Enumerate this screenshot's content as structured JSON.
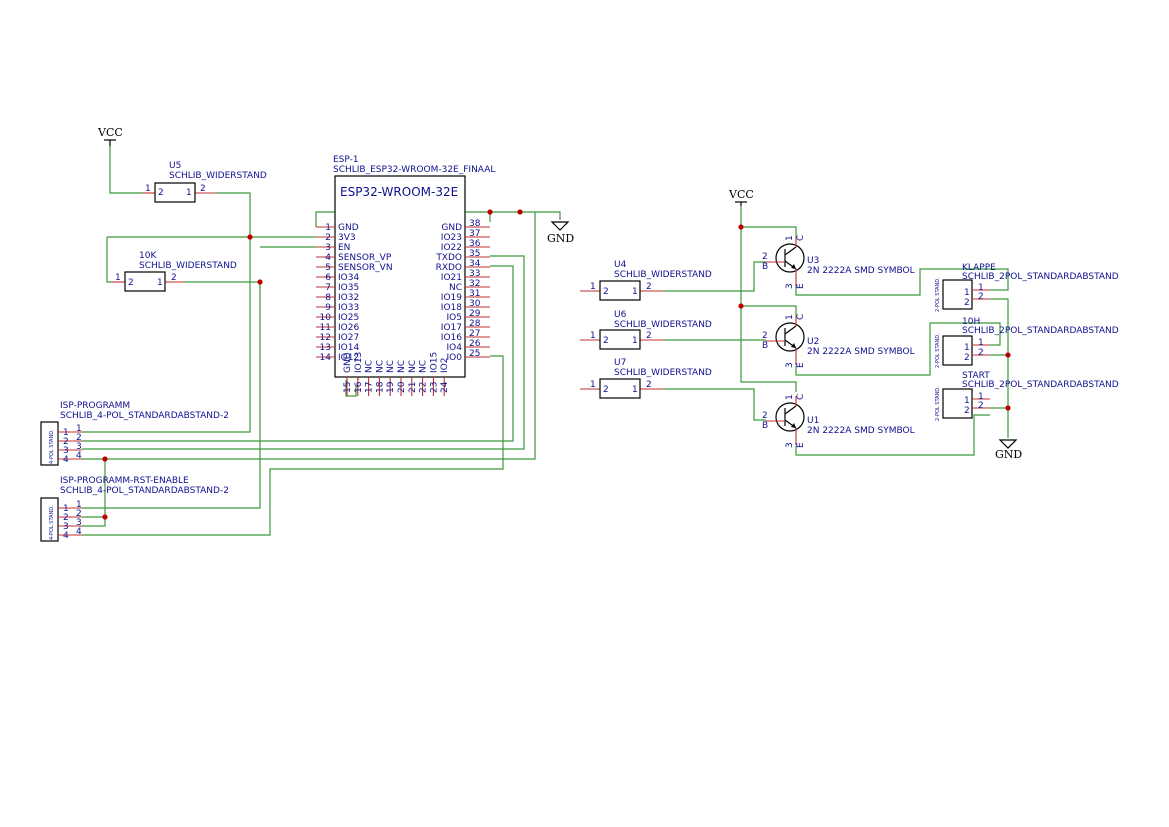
{
  "power": {
    "vcc_left": "VCC",
    "vcc_right": "VCC",
    "gnd_esp": "GND",
    "gnd_right": "GND"
  },
  "u5": {
    "ref": "U5",
    "value": "SCHLIB_WIDERSTAND",
    "pin_left": "1",
    "pin_left_in": "2",
    "pin_right_in": "1",
    "pin_right": "2"
  },
  "r10k": {
    "ref": "10K",
    "value": "SCHLIB_WIDERSTAND",
    "pin_left": "1",
    "pin_left_in": "2",
    "pin_right_in": "1",
    "pin_right": "2"
  },
  "u4": {
    "ref": "U4",
    "value": "SCHLIB_WIDERSTAND",
    "pin_left": "1",
    "pin_left_in": "2",
    "pin_right_in": "1",
    "pin_right": "2"
  },
  "u6": {
    "ref": "U6",
    "value": "SCHLIB_WIDERSTAND",
    "pin_left": "1",
    "pin_left_in": "2",
    "pin_right_in": "1",
    "pin_right": "2"
  },
  "u7": {
    "ref": "U7",
    "value": "SCHLIB_WIDERSTAND",
    "pin_left": "1",
    "pin_left_in": "2",
    "pin_right_in": "1",
    "pin_right": "2"
  },
  "esp": {
    "ref": "ESP-1",
    "value": "SCHLIB_ESP32-WROOM-32E_FINAAL",
    "title": "ESP32-WROOM-32E",
    "left_pins": [
      {
        "num": "1",
        "name": "GND"
      },
      {
        "num": "2",
        "name": "3V3"
      },
      {
        "num": "3",
        "name": "EN"
      },
      {
        "num": "4",
        "name": "SENSOR_VP"
      },
      {
        "num": "5",
        "name": "SENSOR_VN"
      },
      {
        "num": "6",
        "name": "IO34"
      },
      {
        "num": "7",
        "name": "IO35"
      },
      {
        "num": "8",
        "name": "IO32"
      },
      {
        "num": "9",
        "name": "IO33"
      },
      {
        "num": "10",
        "name": "IO25"
      },
      {
        "num": "11",
        "name": "IO26"
      },
      {
        "num": "12",
        "name": "IO27"
      },
      {
        "num": "13",
        "name": "IO14"
      },
      {
        "num": "14",
        "name": "IO12"
      }
    ],
    "right_pins": [
      {
        "num": "38",
        "name": "GND"
      },
      {
        "num": "37",
        "name": "IO23"
      },
      {
        "num": "36",
        "name": "IO22"
      },
      {
        "num": "35",
        "name": "TXDO"
      },
      {
        "num": "34",
        "name": "RXDO"
      },
      {
        "num": "33",
        "name": "IO21"
      },
      {
        "num": "32",
        "name": "NC"
      },
      {
        "num": "31",
        "name": "IO19"
      },
      {
        "num": "30",
        "name": "IO18"
      },
      {
        "num": "29",
        "name": "IO5"
      },
      {
        "num": "28",
        "name": "IO17"
      },
      {
        "num": "27",
        "name": "IO16"
      },
      {
        "num": "26",
        "name": "IO4"
      },
      {
        "num": "25",
        "name": "IO0"
      }
    ],
    "bottom_pins": [
      {
        "num": "15",
        "name": "GND"
      },
      {
        "num": "16",
        "name": "IO13"
      },
      {
        "num": "17",
        "name": "NC"
      },
      {
        "num": "18",
        "name": "NC"
      },
      {
        "num": "19",
        "name": "NC"
      },
      {
        "num": "20",
        "name": "NC"
      },
      {
        "num": "21",
        "name": "NC"
      },
      {
        "num": "22",
        "name": "NC"
      },
      {
        "num": "23",
        "name": "IO15"
      },
      {
        "num": "24",
        "name": "IO2"
      }
    ]
  },
  "isp": {
    "ref": "ISP-PROGRAMM",
    "value": "SCHLIB_4-POL_STANDARDABSTAND-2",
    "body": "4-POL STAND.",
    "pins": [
      "1",
      "2",
      "3",
      "4"
    ]
  },
  "isp_rst": {
    "ref": "ISP-PROGRAMM-RST-ENABLE",
    "value": "SCHLIB_4-POL_STANDARDABSTAND-2",
    "body": "4-POL STAND.",
    "pins": [
      "1",
      "2",
      "3",
      "4"
    ]
  },
  "u3": {
    "ref": "U3",
    "value": "2N 2222A SMD SYMBOL",
    "pin_b": "2",
    "pin_c": "1",
    "pin_e": "3",
    "lbl_b": "B",
    "lbl_c": "C",
    "lbl_e": "E"
  },
  "u2": {
    "ref": "U2",
    "value": "2N 2222A SMD SYMBOL",
    "pin_b": "2",
    "pin_c": "1",
    "pin_e": "3",
    "lbl_b": "B",
    "lbl_c": "C",
    "lbl_e": "E"
  },
  "u1": {
    "ref": "U1",
    "value": "2N 2222A SMD SYMBOL",
    "pin_b": "2",
    "pin_c": "1",
    "pin_e": "3",
    "lbl_b": "B",
    "lbl_c": "C",
    "lbl_e": "E"
  },
  "klappe": {
    "ref": "KLAPPE",
    "value": "SCHLIB_2POL_STANDARDABSTAND",
    "body": "2-POL STAND.",
    "pin1": "1",
    "pin2": "2"
  },
  "c10h": {
    "ref": "10H",
    "value": "SCHLIB_2POL_STANDARDABSTAND",
    "body": "2-POL STAND.",
    "pin1": "1",
    "pin2": "2"
  },
  "start": {
    "ref": "START",
    "value": "SCHLIB_2POL_STANDARDABSTAND",
    "body": "2-POL STAND.",
    "pin1": "1",
    "pin2": "2"
  }
}
